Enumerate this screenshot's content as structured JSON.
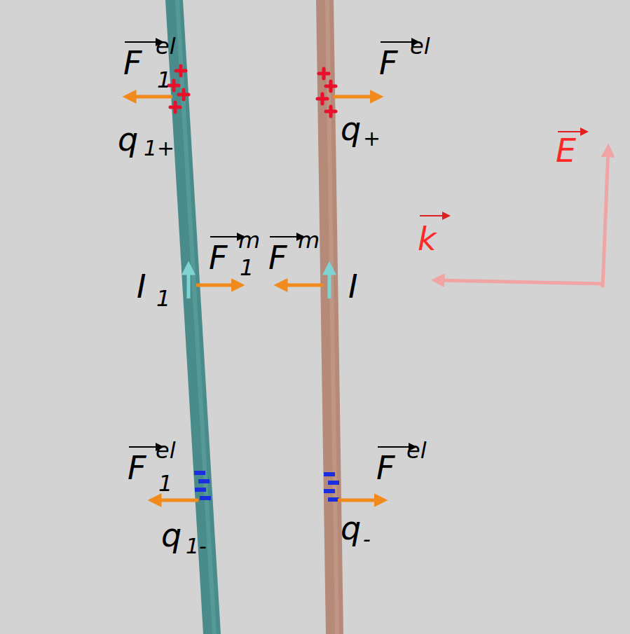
{
  "diagram": {
    "labels": [
      "F",
      "el",
      "1",
      "q",
      "1+",
      "F",
      "el",
      "q",
      "+",
      "E",
      "k",
      "I",
      "1",
      "F",
      "m",
      "1",
      "F",
      "m",
      "I",
      "F",
      "el",
      "1",
      "F",
      "el",
      "q",
      "1-",
      "q",
      "-"
    ]
  }
}
